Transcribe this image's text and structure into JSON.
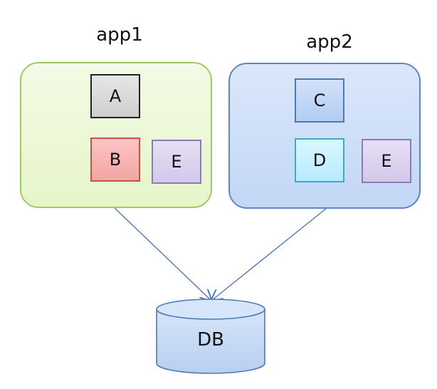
{
  "diagram": {
    "app1": {
      "label": "app1",
      "components": {
        "a": "A",
        "b": "B",
        "e": "E"
      }
    },
    "app2": {
      "label": "app2",
      "components": {
        "c": "C",
        "d": "D",
        "e": "E"
      }
    },
    "database": {
      "label": "DB"
    },
    "edges": [
      {
        "from": "app1",
        "to": "database"
      },
      {
        "from": "app2",
        "to": "database"
      }
    ]
  },
  "colors": {
    "app1_fill": "#ecf7d6",
    "app1_border": "#9fca62",
    "app2_fill": "#cddff8",
    "app2_border": "#5f86c2",
    "component_a": "#d9d9d9",
    "component_b": "#f7b3b0",
    "component_e": "#d8d0ec",
    "component_c": "#bcd3f5",
    "component_d": "#c2efff",
    "database_fill": "#c6dbf5",
    "arrow": "#4f78b4"
  }
}
